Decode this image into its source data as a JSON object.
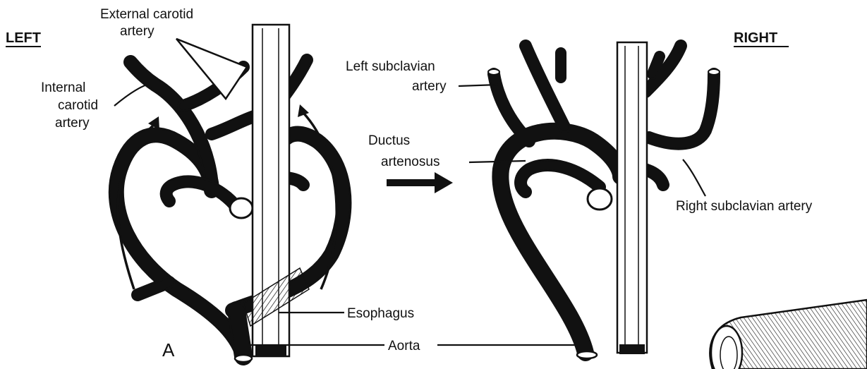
{
  "panels": {
    "left_heading": "LEFT",
    "right_heading": "RIGHT",
    "panel_letter": "A"
  },
  "labels": {
    "external_carotid_line1": "External carotid",
    "external_carotid_line2": "artery",
    "internal_carotid_line1": "Internal",
    "internal_carotid_line2": "carotid",
    "internal_carotid_line3": "artery",
    "left_subclavian_line1": "Left subclavian",
    "left_subclavian_line2": "artery",
    "ductus_line1": "Ductus",
    "ductus_line2": "artenosus",
    "right_subclavian": "Right subclavian artery",
    "esophagus": "Esophagus",
    "aorta": "Aorta"
  },
  "colors": {
    "ink": "#111111",
    "background": "#ffffff"
  }
}
